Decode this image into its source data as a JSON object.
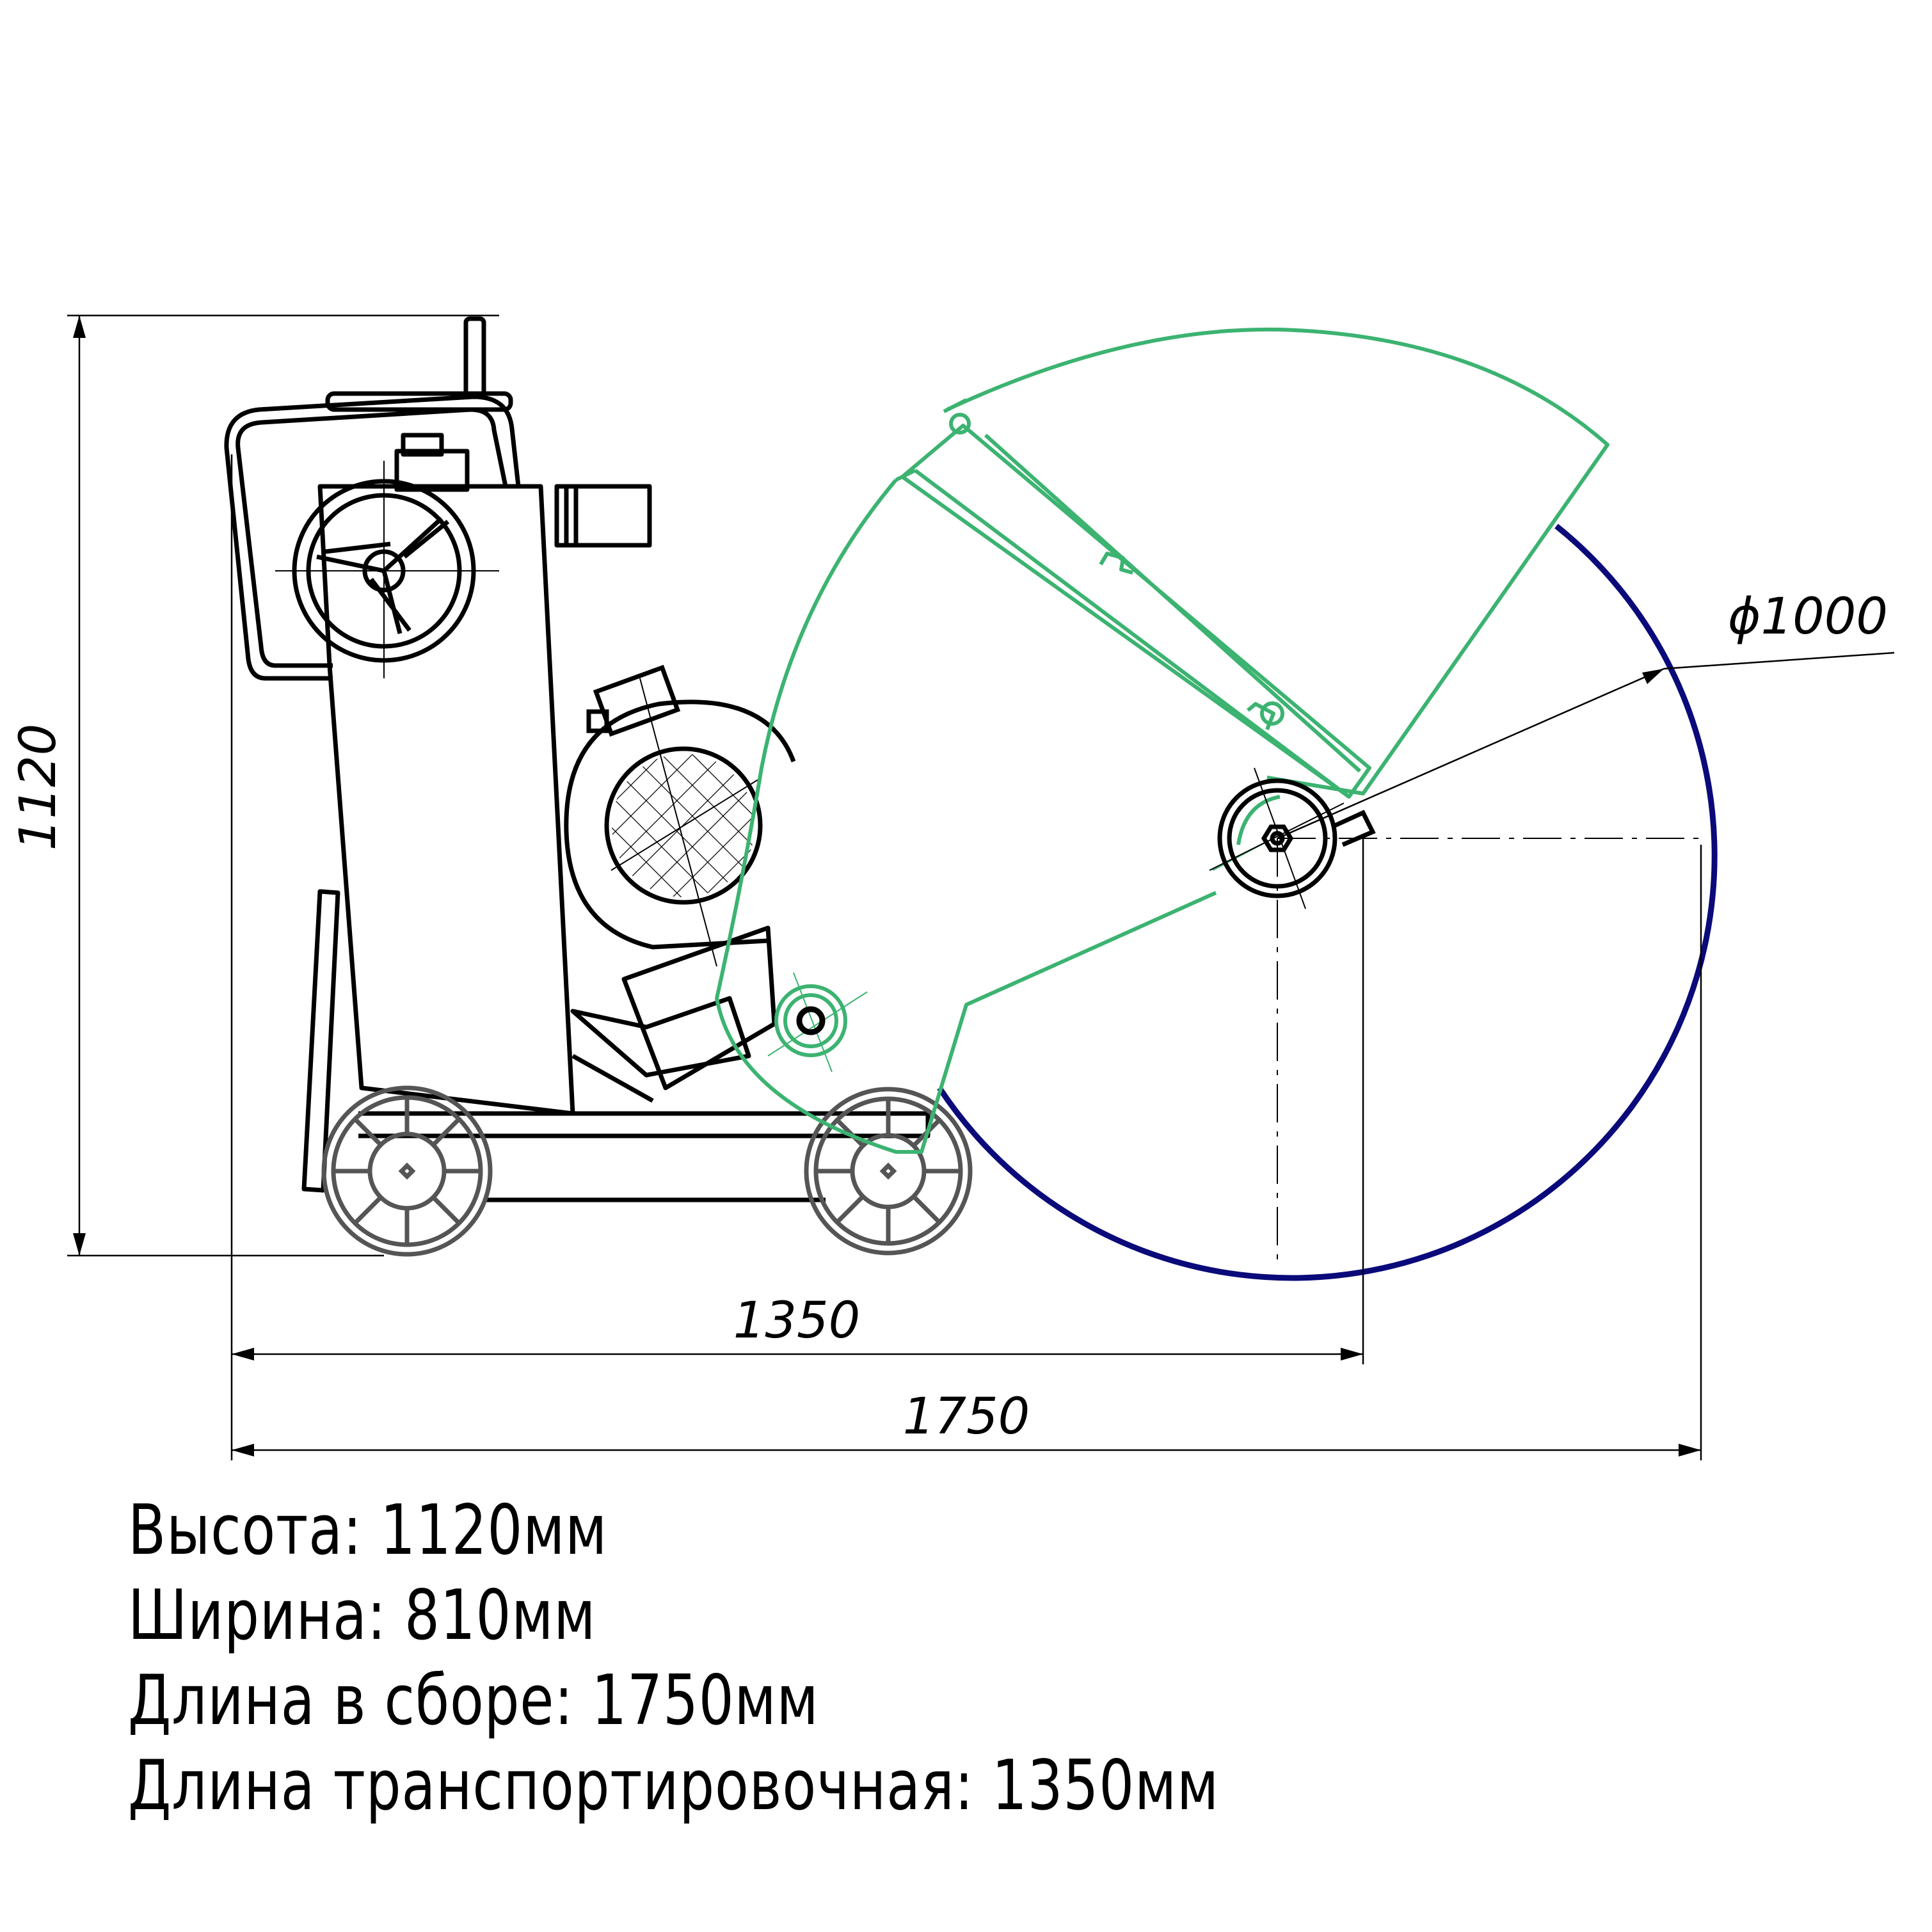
{
  "dimensions": {
    "height": "1120",
    "transport_length": "1350",
    "assembled_length": "1750",
    "blade_diameter": "ϕ1000"
  },
  "specs": [
    {
      "label": "Высота:",
      "value": "1120мм"
    },
    {
      "label": "Ширина:",
      "value": "810мм"
    },
    {
      "label": "Длина в сборе:",
      "value": "1750мм"
    },
    {
      "label": "Длина транспортировочная:",
      "value": "1350мм"
    }
  ],
  "colors": {
    "outline": "#000000",
    "wheel": "#555555",
    "guard": "#3cb371",
    "blade": "#0a0a7a"
  }
}
